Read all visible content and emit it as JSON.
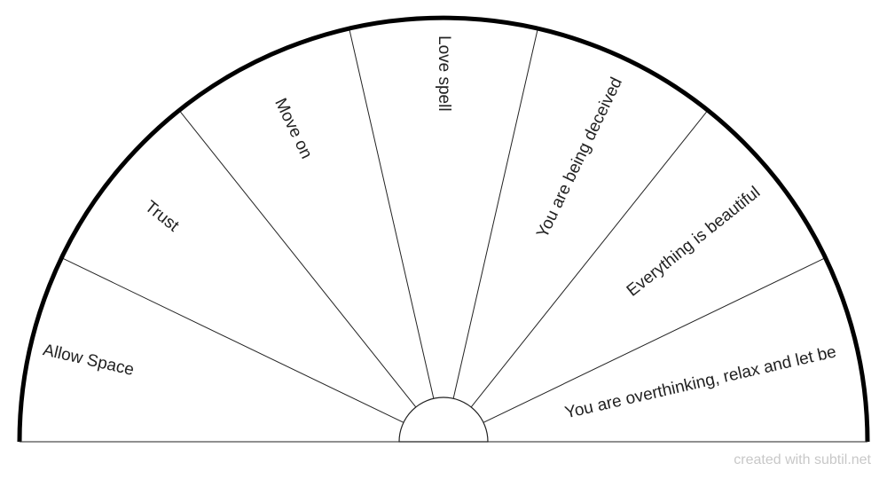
{
  "chart_data": {
    "type": "pie",
    "shape": "semicircle",
    "segments": [
      {
        "label": "Allow Space"
      },
      {
        "label": "Trust"
      },
      {
        "label": "Move on"
      },
      {
        "label": "Love spell"
      },
      {
        "label": "You are being deceived"
      },
      {
        "label": "Everything is beautiful"
      },
      {
        "label": "You are overthinking, relax and let be"
      }
    ],
    "colors": {
      "outline": "#000000",
      "divider": "#222222",
      "text": "#222222"
    }
  },
  "watermark": "created with subtil.net"
}
